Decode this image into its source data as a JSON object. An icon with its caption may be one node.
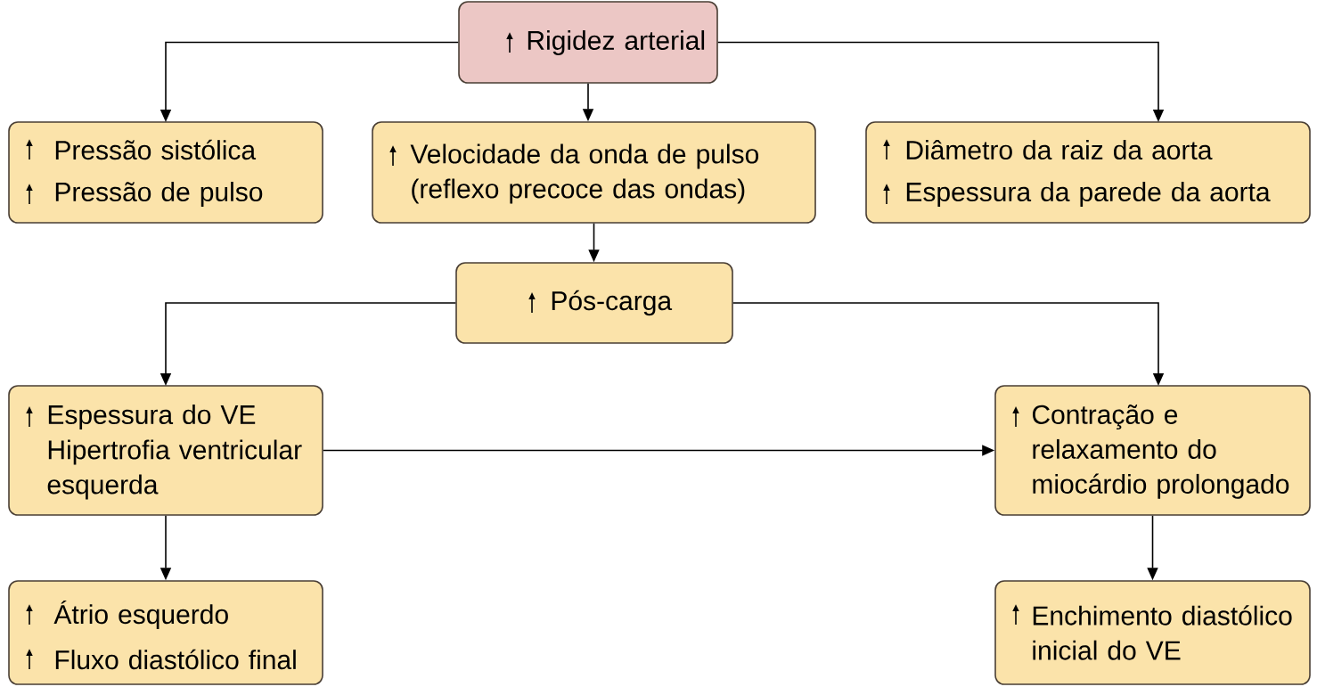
{
  "diagram": {
    "nodes": [
      {
        "text": [
          "Rigidez arterial"
        ]
      },
      {
        "text": [
          "Pressão sistólica",
          "Pressão de pulso"
        ]
      },
      {
        "text": [
          "Velocidade da onda de pulso (reflexo precoce das ondas)"
        ]
      },
      {
        "text": [
          "Diâmetro da raiz da aorta",
          "Espessura da parede da aorta"
        ]
      },
      {
        "text": [
          "Pós-carga"
        ]
      },
      {
        "text": [
          "Espessura do VE",
          "Hipertrofia ventricular esquerda"
        ]
      },
      {
        "text": [
          "Contração e relaxamento do miocárdio prolongado"
        ]
      },
      {
        "text": [
          "Átrio esquerdo",
          "Fluxo diastólico final"
        ]
      },
      {
        "text": [
          "Enchimento diastólico inicial do VE"
        ]
      }
    ],
    "edges": [
      {
        "from": 0,
        "to": 1,
        "arrow": "to"
      },
      {
        "from": 0,
        "to": 2,
        "arrow": "to"
      },
      {
        "from": 0,
        "to": 3,
        "arrow": "to"
      },
      {
        "from": 2,
        "to": 4,
        "arrow": "to"
      },
      {
        "from": 4,
        "to": 5,
        "arrow": "to"
      },
      {
        "from": 4,
        "to": 6,
        "arrow": "to"
      },
      {
        "from": 5,
        "to": 6,
        "arrow": "to"
      },
      {
        "from": 5,
        "to": 7,
        "arrow": "to"
      },
      {
        "from": 6,
        "to": 8,
        "arrow": "to"
      }
    ]
  }
}
